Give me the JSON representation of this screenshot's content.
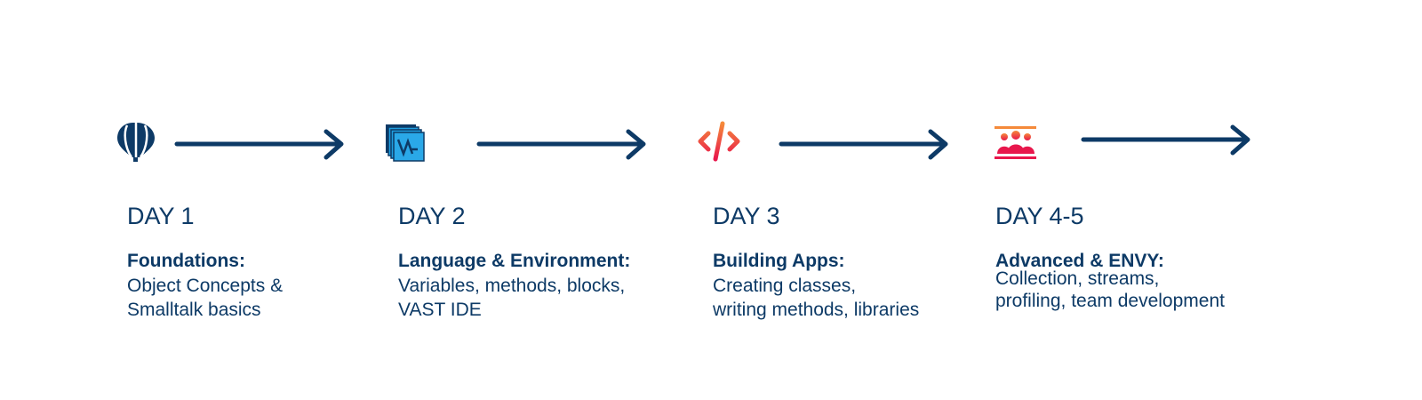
{
  "colors": {
    "navy": "#0d3a66",
    "orange": "#f58a3a",
    "red": "#e8174c",
    "blue": "#1f9ee0"
  },
  "steps": [
    {
      "icon": "hot-air-balloon-icon",
      "day": "DAY 1",
      "title": "Foundations:",
      "lines": [
        "Object Concepts &",
        "Smalltalk basics"
      ]
    },
    {
      "icon": "va-stack-icon",
      "day": "DAY 2",
      "title": "Language & Environment:",
      "lines": [
        "Variables, methods, blocks,",
        "VAST IDE"
      ]
    },
    {
      "icon": "code-tag-icon",
      "day": "DAY 3",
      "title": "Building Apps:",
      "lines": [
        "Creating classes,",
        "writing methods, libraries"
      ]
    },
    {
      "icon": "team-icon",
      "day": "DAY 4-5",
      "title": "Advanced & ENVY:",
      "lines": [
        "Collection, streams,",
        "profiling, team development"
      ]
    }
  ]
}
